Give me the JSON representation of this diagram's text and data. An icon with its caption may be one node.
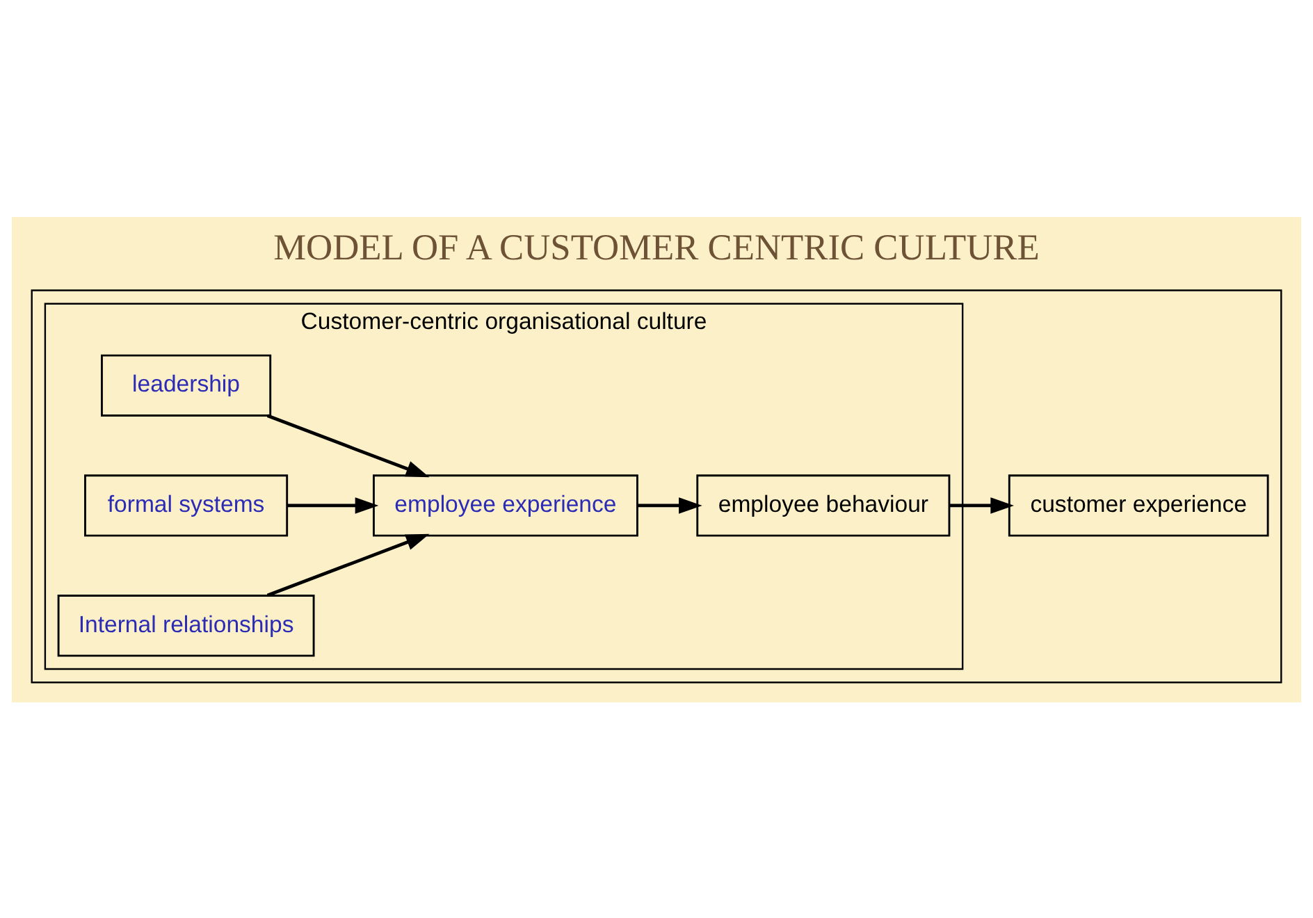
{
  "diagram": {
    "title": "MODEL OF A CUSTOMER CENTRIC CULTURE",
    "nodes": [
      {
        "text": [],
        "shape": "box"
      },
      {
        "text": [
          "Customer-centric organisational culture"
        ],
        "in": 0
      },
      {
        "text": [
          "leadership"
        ],
        "in": 1
      },
      {
        "text": [
          "formal systems"
        ],
        "in": 1
      },
      {
        "text": [
          "Internal relationships"
        ],
        "in": 1
      },
      {
        "text": [
          "employee experience"
        ],
        "in": 1
      },
      {
        "text": [
          "employee behaviour"
        ],
        "in": 1
      },
      {
        "text": [
          "customer experience"
        ],
        "in": 0
      }
    ],
    "edges": [
      {
        "from": 2,
        "to": 5,
        "arrow": "to"
      },
      {
        "from": 3,
        "to": 5,
        "arrow": "to"
      },
      {
        "from": 4,
        "to": 5,
        "arrow": "to"
      },
      {
        "from": 5,
        "to": 6,
        "arrow": "to"
      },
      {
        "from": 6,
        "to": 7,
        "arrow": "to"
      }
    ]
  }
}
